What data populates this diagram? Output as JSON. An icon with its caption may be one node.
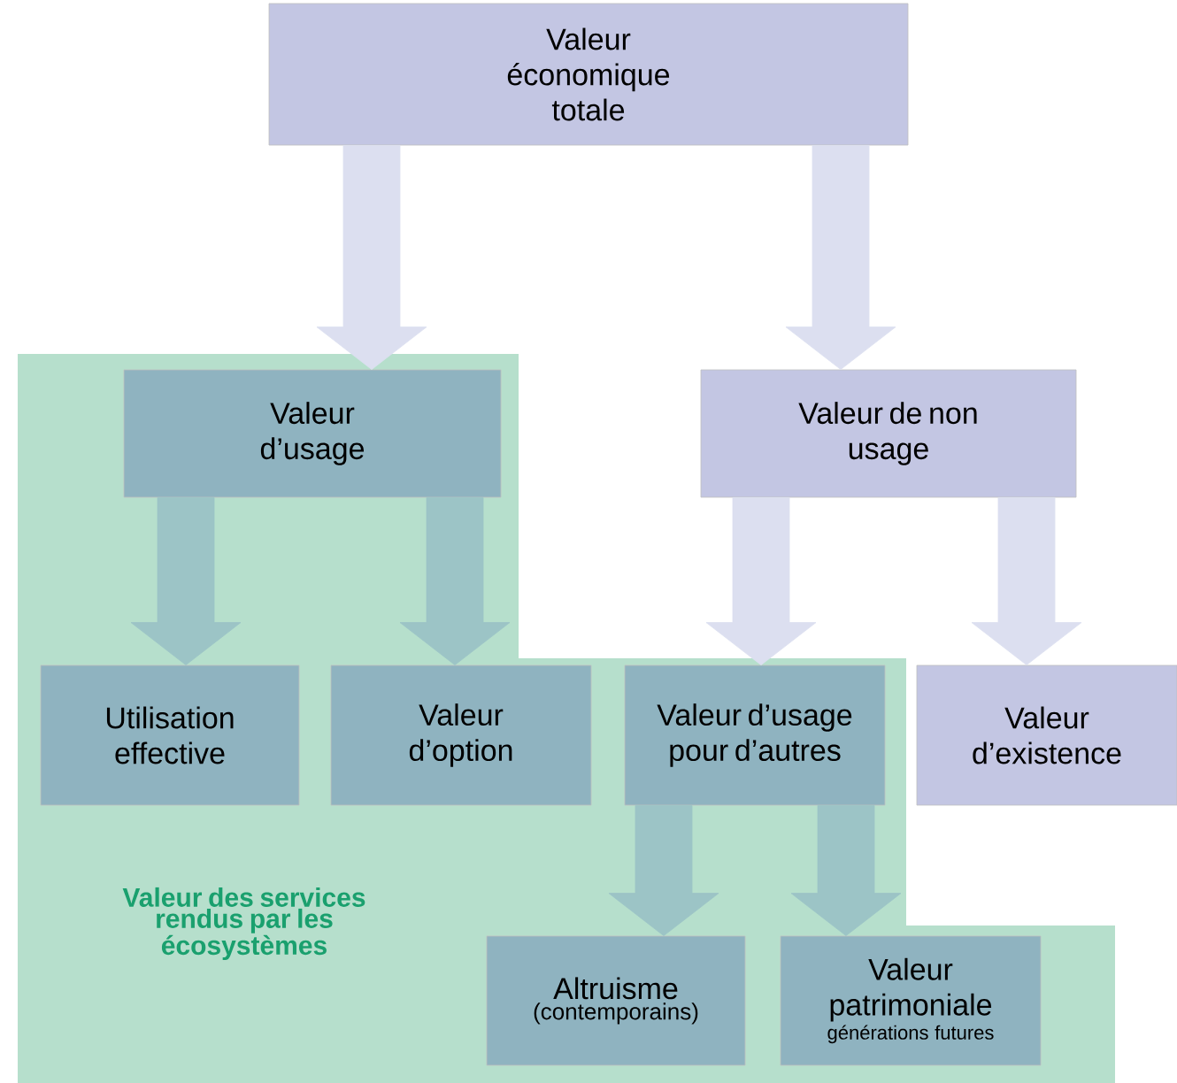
{
  "diagram": {
    "nodes": [
      {
        "text": [
          "Valeur économique totale"
        ]
      },
      {
        "text": [
          "Valeur des services rendus par les écosystèmes"
        ]
      },
      {
        "text": [
          "Valeur d’usage"
        ],
        "in": 1
      },
      {
        "text": [
          "Valeur de non usage"
        ]
      },
      {
        "text": [
          "Utilisation effective"
        ],
        "in": 1
      },
      {
        "text": [
          "Valeur d’option"
        ],
        "in": 1
      },
      {
        "text": [
          "Valeur d’usage pour d’autres"
        ],
        "in": 1
      },
      {
        "text": [
          "Valeur d’existence"
        ]
      },
      {
        "text": [
          "Altruisme",
          "(contemporains)"
        ],
        "in": 1
      },
      {
        "text": [
          "Valeur patrimoniale",
          "générations futures"
        ],
        "in": 1
      }
    ],
    "edges": [
      {
        "from": 0,
        "to": 2,
        "arrow": "to",
        "color": "#dcdff0"
      },
      {
        "from": 0,
        "to": 3,
        "arrow": "to",
        "color": "#dcdff0"
      },
      {
        "from": 2,
        "to": 4,
        "arrow": "to",
        "color": "#9cc4c6"
      },
      {
        "from": 2,
        "to": 5,
        "arrow": "to",
        "color": "#9cc4c6"
      },
      {
        "from": 3,
        "to": 6,
        "arrow": "to",
        "color": "#dcdff0"
      },
      {
        "from": 3,
        "to": 7,
        "arrow": "to",
        "color": "#dcdff0"
      },
      {
        "from": 6,
        "to": 8,
        "arrow": "to",
        "color": "#9cc4c6"
      },
      {
        "from": 6,
        "to": 9,
        "arrow": "to",
        "color": "#9cc4c6"
      }
    ]
  }
}
